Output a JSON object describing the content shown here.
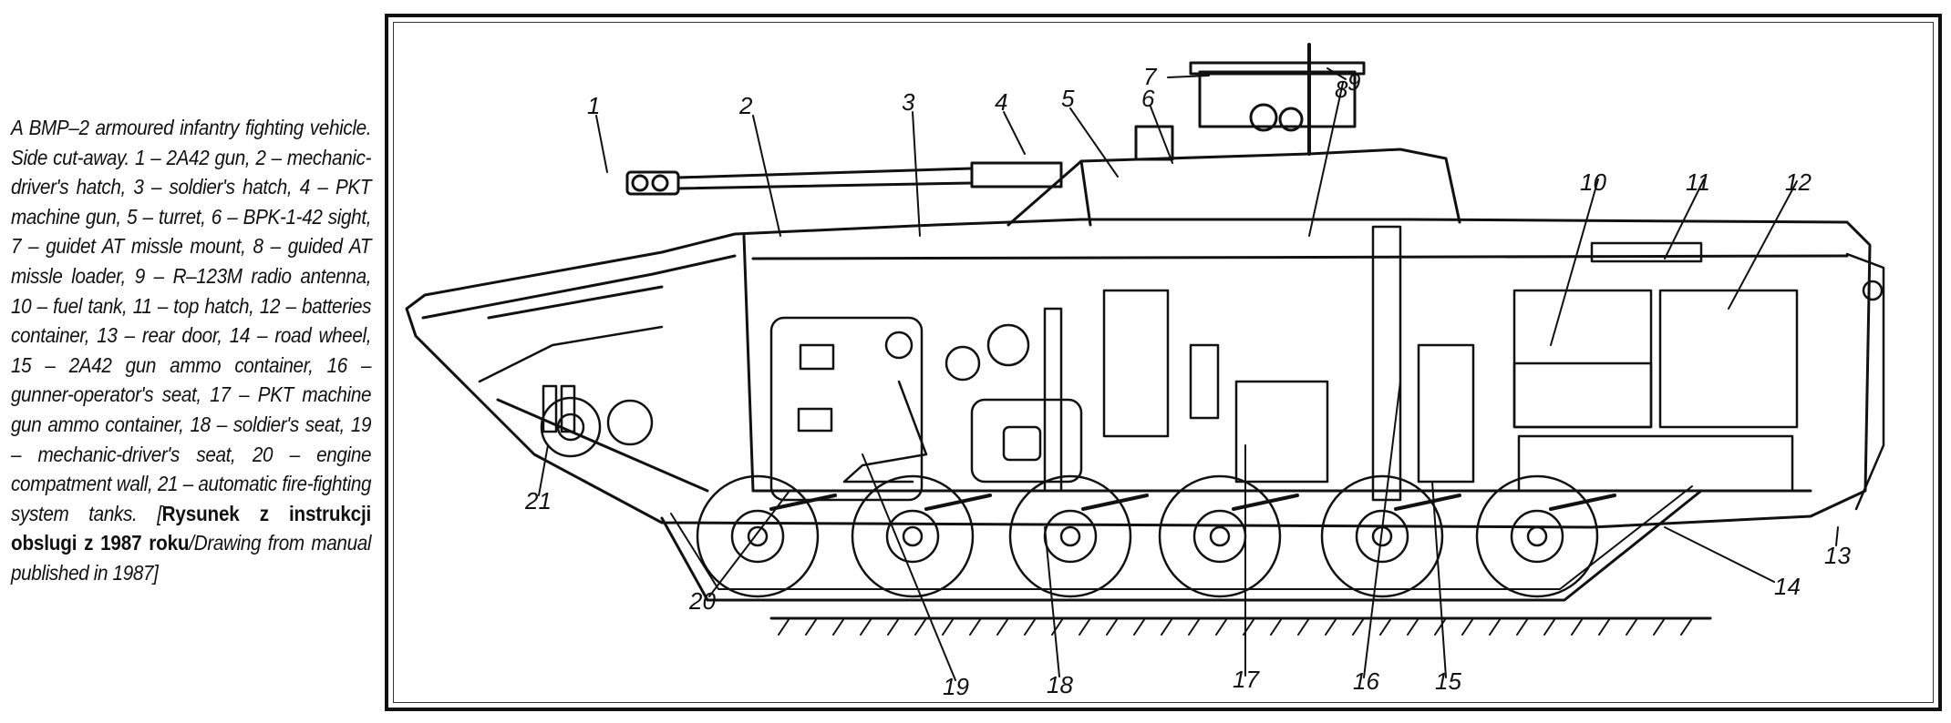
{
  "caption": {
    "text": "A BMP–2 armoured infantry fighting vehicle. Side cut-away. 1 – 2A42 gun, 2 – mechanic-driver's hatch, 3 – soldier's hatch, 4 – PKT machine gun, 5 – turret, 6 – BPK-1-42 sight, 7 – guidet AT missle mount, 8 – guided AT missle loader, 9 – R–123M radio antenna, 10 – fuel tank, 11 – top hatch, 12 – batteries container, 13 – rear door, 14 – road wheel, 15 – 2A42 gun ammo container, 16 – gunner-operator's seat, 17 – PKT machine gun ammo container, 18 – soldier's seat, 19 – mechanic-driver's seat, 20 – engine compatment wall, 21 – automatic fire-fighting system tanks.",
    "open_bracket": "[",
    "source_bold": "Rysunek z instrukcji obslugi z 1987 roku",
    "slash": "/",
    "source_italic": "Drawing from manual published in 1987",
    "close_bracket": "]"
  },
  "labels": {
    "l1": "1",
    "l2": "2",
    "l3": "3",
    "l4": "4",
    "l5": "5",
    "l6": "6",
    "l7": "7",
    "l8": "8",
    "l9": "9",
    "l10": "10",
    "l11": "11",
    "l12": "12",
    "l13": "13",
    "l14": "14",
    "l15": "15",
    "l16": "16",
    "l17": "17",
    "l18": "18",
    "l19": "19",
    "l20": "20",
    "l21": "21"
  }
}
